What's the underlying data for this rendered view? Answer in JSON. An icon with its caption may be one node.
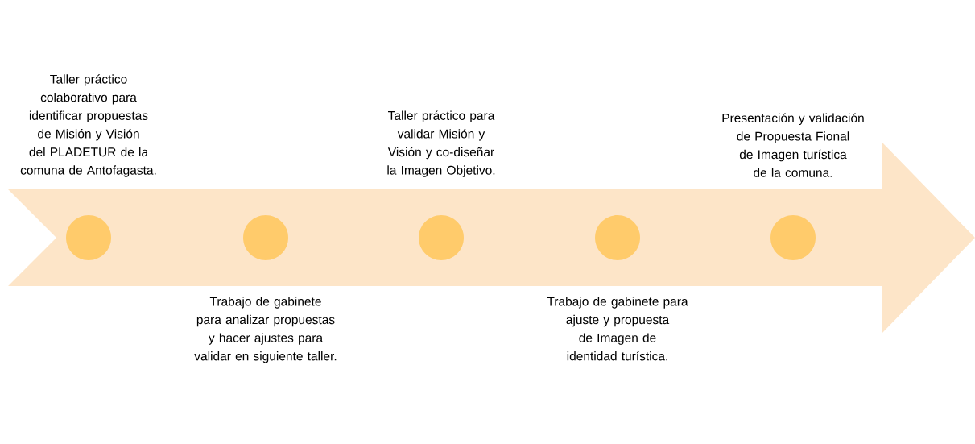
{
  "diagram": {
    "nodes": [
      {
        "text": [],
        "shape": "circle",
        "beside": [
          "Taller práctico colaborativo para identificar propuestas de Misión y Visión del PLADETUR de la comuna de Antofagasta."
        ]
      },
      {
        "text": [],
        "shape": "circle",
        "beside": [
          "Trabajo de gabinete para analizar propuestas y hacer ajustes para validar en siguiente taller."
        ]
      },
      {
        "text": [],
        "shape": "circle",
        "beside": [
          "Taller práctico para validar Misión y Visión y co-diseñar la Imagen Objetivo."
        ]
      },
      {
        "text": [],
        "shape": "circle",
        "beside": [
          "Trabajo de gabinete para ajuste y propuesta de Imagen de identidad turística."
        ]
      },
      {
        "text": [],
        "shape": "circle",
        "beside": [
          "Presentación y validación de Propuesta Fional de Imagen turística de la comuna."
        ]
      }
    ]
  }
}
